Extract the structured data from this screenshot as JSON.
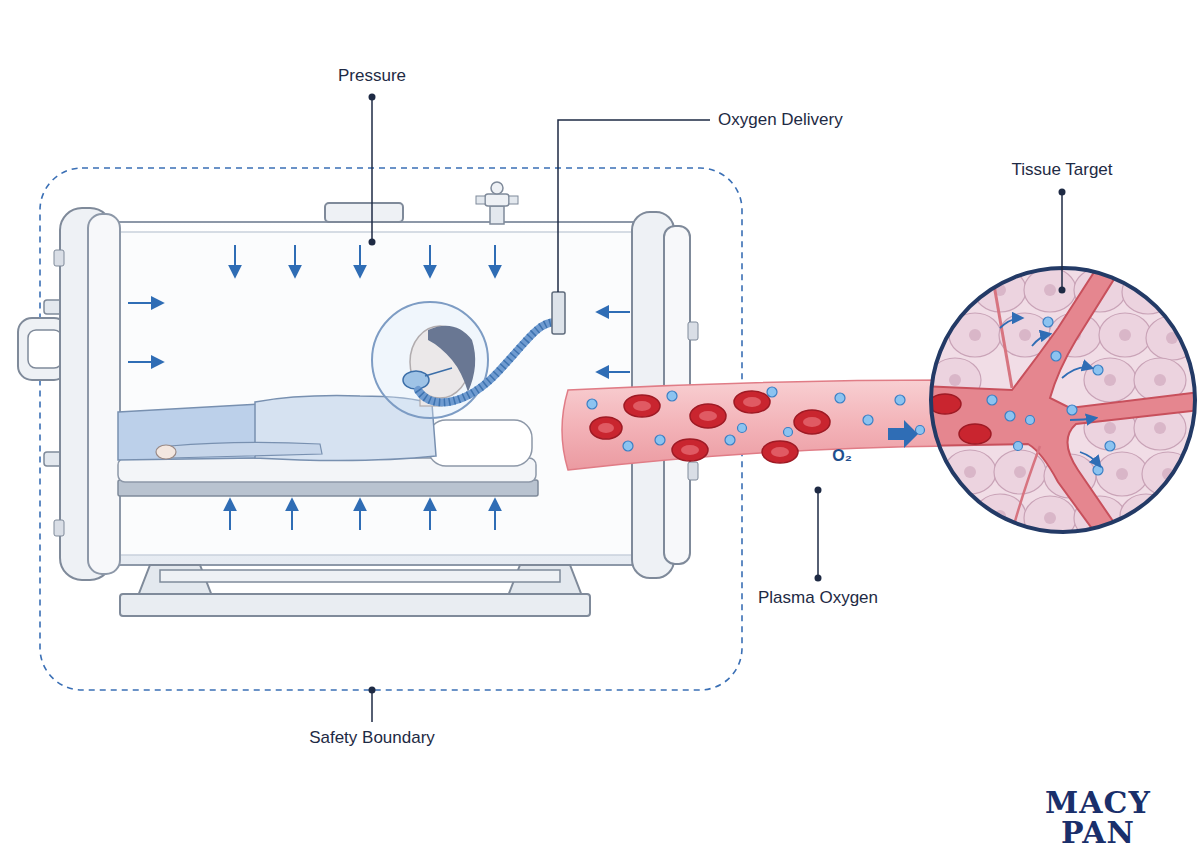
{
  "diagram": {
    "labels": [
      "Pressure",
      "Oxygen Delivery",
      "Tissue Target",
      "O₂",
      "Plasma Oxygen",
      "Safety Boundary",
      "MACY PAN"
    ]
  }
}
